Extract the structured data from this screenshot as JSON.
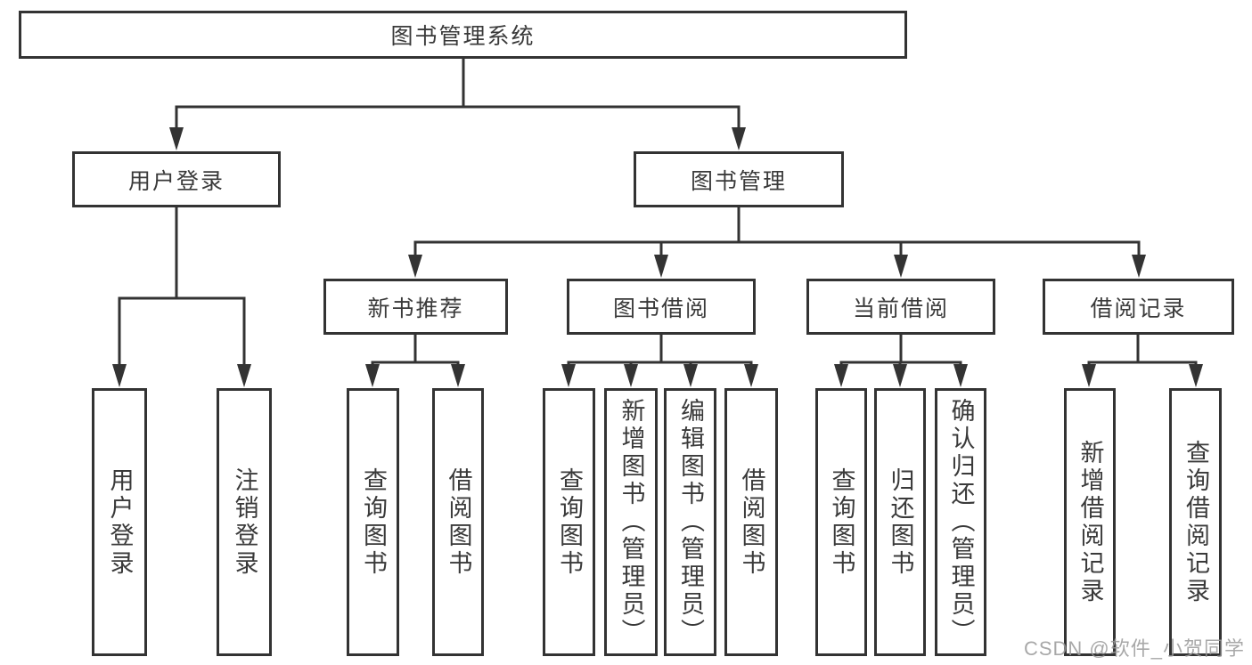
{
  "tree": {
    "root": "图书管理系统",
    "branches": [
      "用户登录",
      "图书管理"
    ],
    "modules": [
      "新书推荐",
      "图书借阅",
      "当前借阅",
      "借阅记录"
    ],
    "leaves": [
      "用户登录",
      "注销登录",
      "查询图书",
      "借阅图书",
      "查询图书",
      "新增图书（管理员）",
      "编辑图书（管理员）",
      "借阅图书",
      "查询图书",
      "归还图书",
      "确认归还（管理员）",
      "新增借阅记录",
      "查询借阅记录"
    ]
  },
  "watermark": "CSDN @软件_小贺同学",
  "colors": {
    "line": "#333333",
    "box_border": "#333333",
    "background": "#ffffff",
    "watermark": "#9a9a9a"
  }
}
